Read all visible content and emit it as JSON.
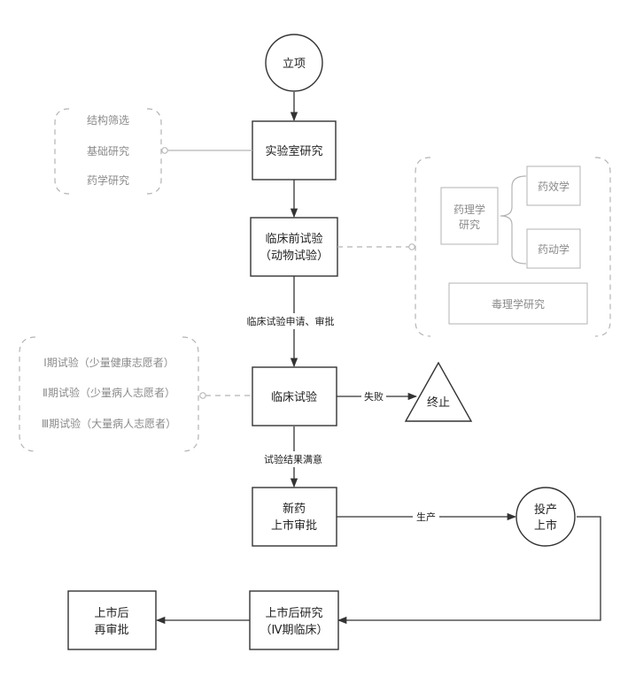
{
  "nodes": {
    "start": "立项",
    "lab": "实验室研究",
    "preclinical": [
      "临床前试验",
      "（动物试验）"
    ],
    "clinical": "临床试验",
    "terminate": "终止",
    "approval": [
      "新药",
      "上市审批"
    ],
    "launch": [
      "投产",
      "上市"
    ],
    "post_research": [
      "上市后研究",
      "（Ⅳ期临床）"
    ],
    "reapproval": [
      "上市后",
      "再审批"
    ]
  },
  "edge_labels": {
    "application": "临床试验申请、审批",
    "failure": "失败",
    "satisfied": "试验结果满意",
    "production": "生产"
  },
  "lab_group": {
    "items": [
      "结构筛选",
      "基础研究",
      "药学研究"
    ]
  },
  "preclinical_group": {
    "pharmacology": [
      "药理学",
      "研究"
    ],
    "efficacy": "药效学",
    "kinetics": "药动学",
    "toxicology": "毒理学研究"
  },
  "clinical_group": {
    "items": [
      "Ⅰ期试验（少量健康志愿者）",
      "Ⅱ期试验（少量病人志愿者）",
      "Ⅲ期试验（大量病人志愿者）"
    ]
  },
  "colors": {
    "stroke": "#333333",
    "muted": "#b3b3b3",
    "muted_text": "#8a8a8a"
  }
}
